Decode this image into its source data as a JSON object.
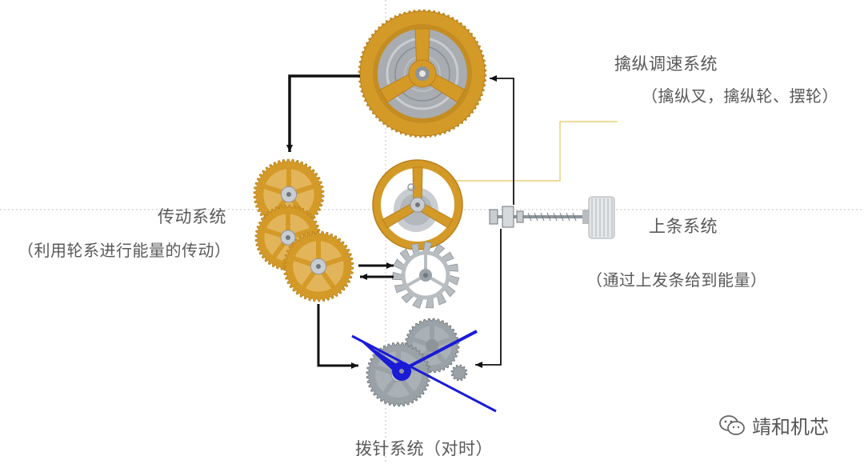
{
  "colors": {
    "brass": "#d49a28",
    "brass_dark": "#b97f1a",
    "steel": "#9aa2a8",
    "steel_dark": "#6f777d",
    "hands": "#1b1bd6",
    "arrow": "#111111",
    "guide_line": "#e6c65a",
    "crosshair": "#bbbbbb",
    "text": "#595959"
  },
  "labels": {
    "escapement_title": "擒纵调速系统",
    "escapement_sub": "（擒纵叉，擒纵轮、摆轮）",
    "transmission_title": "传动系统",
    "transmission_sub": "（利用轮系进行能量的传动）",
    "winding_title": "上条系统",
    "winding_sub": "（通过上发条给到能量）",
    "setting_title": "拨针系统（对时）"
  },
  "watermark": {
    "text": "靖和机芯",
    "icon": "wechat-icon"
  },
  "icons": [
    "mainspring-barrel-icon",
    "gear-train-icon",
    "balance-wheel-icon",
    "escape-wheel-icon",
    "crown-stem-icon",
    "hands-motion-works-icon"
  ]
}
